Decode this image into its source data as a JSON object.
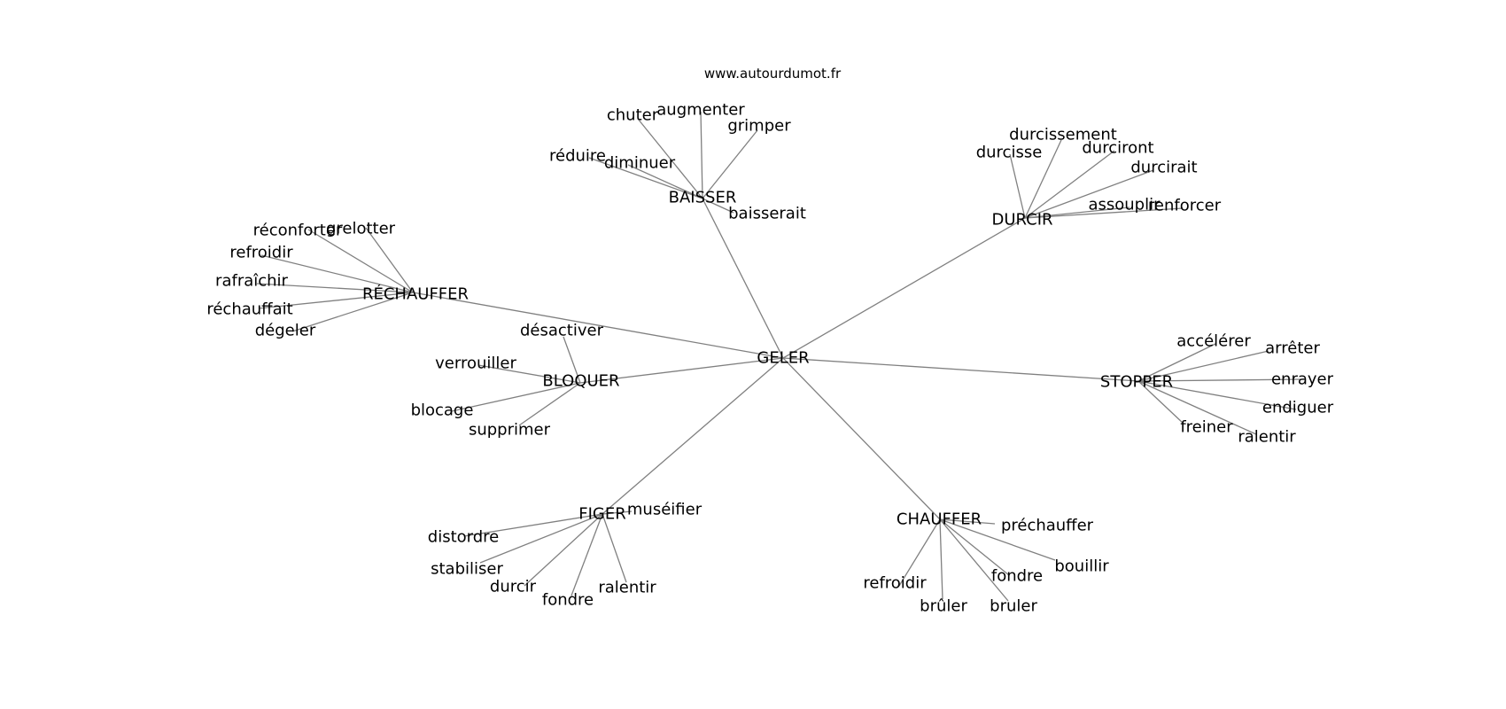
{
  "site": "www.autourdumot.fr",
  "center": "GELER",
  "branches": [
    {
      "label": "BAISSER",
      "leaves": [
        "chuter",
        "augmenter",
        "grimper",
        "réduire",
        "diminuer",
        "baisserait"
      ]
    },
    {
      "label": "DURCIR",
      "leaves": [
        "durcissement",
        "durcisse",
        "durciront",
        "durcirait",
        "assouplir",
        "renforcer"
      ]
    },
    {
      "label": "RÉCHAUFFER",
      "leaves": [
        "réconforter",
        "grelotter",
        "refroidir",
        "rafraîchir",
        "réchauffait",
        "dégeler"
      ]
    },
    {
      "label": "BLOQUER",
      "leaves": [
        "désactiver",
        "verrouiller",
        "blocage",
        "supprimer"
      ]
    },
    {
      "label": "STOPPER",
      "leaves": [
        "accélérer",
        "arrêter",
        "enrayer",
        "endiguer",
        "freiner",
        "ralentir"
      ]
    },
    {
      "label": "FIGER",
      "leaves": [
        "muséifier",
        "distordre",
        "stabiliser",
        "durcir",
        "fondre",
        "ralentir"
      ]
    },
    {
      "label": "CHAUFFER",
      "leaves": [
        "préchauffer",
        "bouillir",
        "refroidir",
        "fondre",
        "brûler",
        "bruler"
      ]
    }
  ]
}
